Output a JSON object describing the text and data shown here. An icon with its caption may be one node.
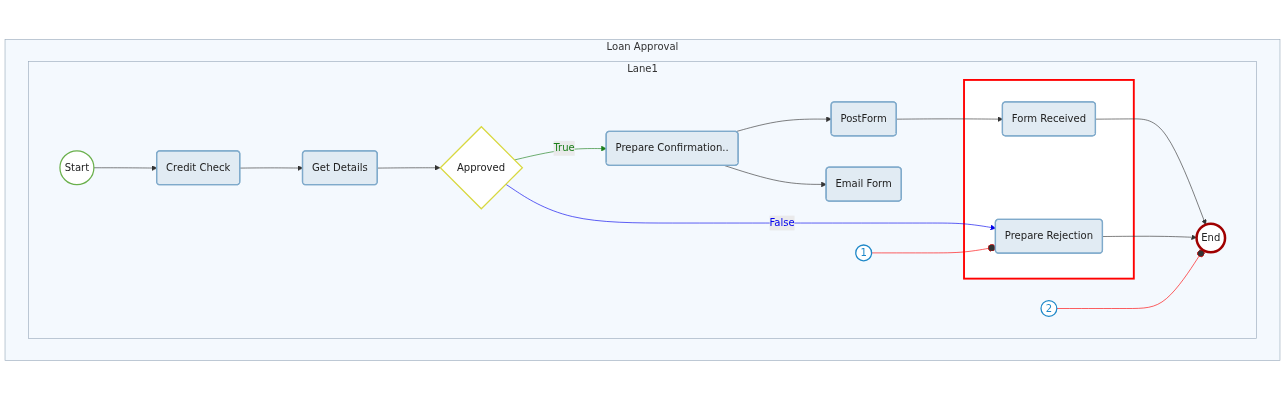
{
  "diagram": {
    "nodes": [
      {
        "text": [
          "Loan Approval"
        ]
      },
      {
        "text": [
          "Lane1"
        ],
        "in": 0
      },
      {
        "text": [
          "Start"
        ],
        "in": 1
      },
      {
        "text": [
          "Credit Check"
        ],
        "in": 1
      },
      {
        "text": [
          "Get Details"
        ],
        "in": 1
      },
      {
        "text": [
          "Approved"
        ],
        "in": 1
      },
      {
        "text": [
          "Prepare Confirmation.."
        ],
        "in": 1
      },
      {
        "text": [
          "PostForm"
        ],
        "in": 1
      },
      {
        "text": [
          "Email Form"
        ],
        "in": 1
      },
      {
        "text": [],
        "shape": "box",
        "in": 1
      },
      {
        "text": [
          "Form Received"
        ],
        "in": 9
      },
      {
        "text": [
          "Prepare Rejection"
        ],
        "in": 9
      },
      {
        "text": [
          "End"
        ],
        "in": 1
      },
      {
        "text": [
          "1"
        ],
        "in": 1
      },
      {
        "text": [
          "2"
        ],
        "in": 1
      }
    ],
    "edges": [
      {
        "from": 2,
        "to": 3,
        "arrow": "to"
      },
      {
        "from": 3,
        "to": 4,
        "arrow": "to"
      },
      {
        "from": 4,
        "to": 5,
        "arrow": "to"
      },
      {
        "from": 5,
        "to": 6,
        "arrow": "to",
        "label": "True",
        "color": "#1a7f1a"
      },
      {
        "from": 5,
        "to": 11,
        "arrow": "to",
        "label": "False",
        "color": "#0000ee"
      },
      {
        "from": 6,
        "to": 7,
        "arrow": "to"
      },
      {
        "from": 6,
        "to": 8,
        "arrow": "to"
      },
      {
        "from": 7,
        "to": 10,
        "arrow": "to"
      },
      {
        "from": 10,
        "to": 12,
        "arrow": "to"
      },
      {
        "from": 11,
        "to": 12,
        "arrow": "to"
      },
      {
        "from": 13,
        "to": 11,
        "arrow": "other",
        "color": "#ff0000"
      },
      {
        "from": 14,
        "to": 12,
        "arrow": "other",
        "color": "#ff0000"
      }
    ]
  }
}
